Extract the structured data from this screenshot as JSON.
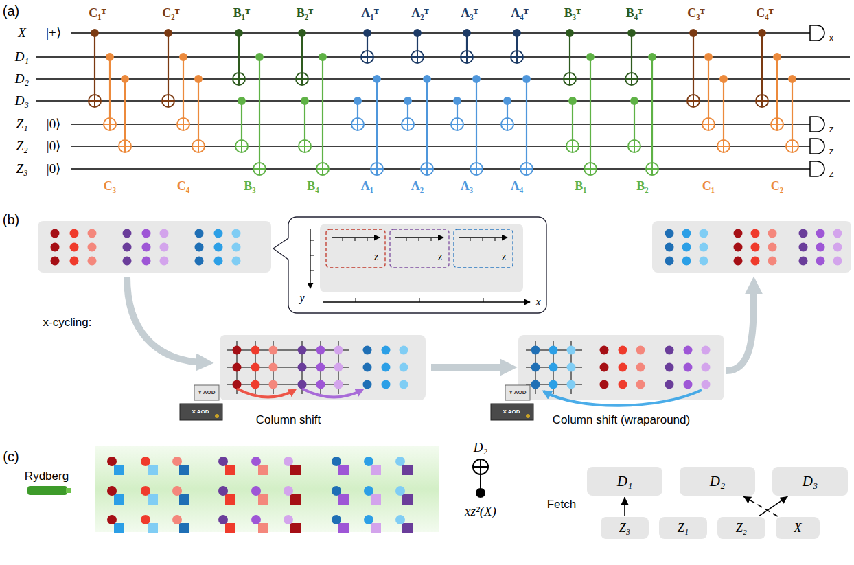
{
  "diagram": {
    "nodes": [
      {
        "text": [
          "D₁"
        ]
      },
      {
        "text": [
          "D₂"
        ]
      },
      {
        "text": [
          "D₃"
        ]
      },
      {
        "text": [
          "Z₃"
        ]
      },
      {
        "text": [
          "Z₁"
        ]
      },
      {
        "text": [
          "Z₂"
        ]
      },
      {
        "text": [
          "X"
        ]
      }
    ],
    "edges": [
      {
        "from": 3,
        "to": 0,
        "arrow": "to"
      },
      {
        "from": 5,
        "to": 2,
        "arrow": "to"
      },
      {
        "from": 6,
        "to": 1,
        "arrow": "to"
      }
    ],
    "labels": [
      "(a)",
      "X",
      "|+⟩",
      "D₁",
      "D₂",
      "D₃",
      "Z₁",
      "|0⟩",
      "Z₂",
      "|0⟩",
      "Z₃",
      "|0⟩",
      "C₁ᵀ",
      "C₂ᵀ",
      "B₁ᵀ",
      "B₂ᵀ",
      "A₁ᵀ",
      "A₂ᵀ",
      "A₃ᵀ",
      "A₄ᵀ",
      "B₃ᵀ",
      "B₄ᵀ",
      "C₃ᵀ",
      "C₄ᵀ",
      "C₃",
      "C₄",
      "B₃",
      "B₄",
      "A₁",
      "A₂",
      "A₃",
      "A₄",
      "B₁",
      "B₂",
      "C₁",
      "C₂",
      "X",
      "Z",
      "Z",
      "Z",
      "(b)",
      "z",
      "z",
      "z",
      "y",
      "x",
      "x-cycling:",
      "Column shift",
      "Column shift (wraparound)",
      "X AOD",
      "Y AOD",
      "X AOD",
      "Y AOD",
      "(c)",
      "Rydberg",
      "D₂",
      "xz²(X)",
      "Fetch"
    ]
  }
}
